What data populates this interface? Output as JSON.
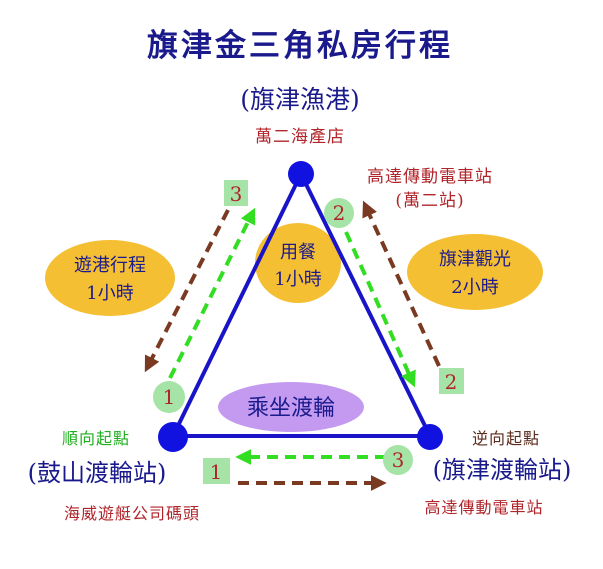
{
  "title": "旗津金三角私房行程",
  "nodes": {
    "top": {
      "name": "(旗津漁港)",
      "sub": "萬二海產店"
    },
    "left": {
      "name": "(鼓山渡輪站)",
      "tag": "順向起點",
      "sub": "海威遊艇公司碼頭"
    },
    "right": {
      "name": "(旗津渡輪站)",
      "tag": "逆向起點",
      "sub": "高達傳動電車站"
    }
  },
  "top_right_station": {
    "line1": "高達傳動電車站",
    "line2": "(萬二站)"
  },
  "activities": {
    "left": {
      "line1": "遊港行程",
      "line2": "1小時"
    },
    "center": {
      "line1": "用餐",
      "line2": "1小時"
    },
    "right": {
      "line1": "旗津觀光",
      "line2": "2小時"
    },
    "ferry": "乘坐渡輪"
  },
  "step_badges": {
    "left_upper": "3",
    "left_lower": "1",
    "right_upper": "2",
    "right_lower": "2",
    "bottom_left": "1",
    "bottom_right": "3"
  },
  "colors": {
    "title": "#1a1a8c",
    "triangle": "#1a14c8",
    "node_dot": "#1212e0",
    "node_name": "#1a1a8c",
    "sub_text": "#b0242a",
    "green_tag": "#1fae1f",
    "brown_tag": "#5a2a1a",
    "green_arrow": "#33dd22",
    "brown_arrow": "#7a3a22",
    "activity_fill": "#f5bf33",
    "ferry_fill": "#c49af0",
    "badge_fill": "#a6e3a6"
  }
}
